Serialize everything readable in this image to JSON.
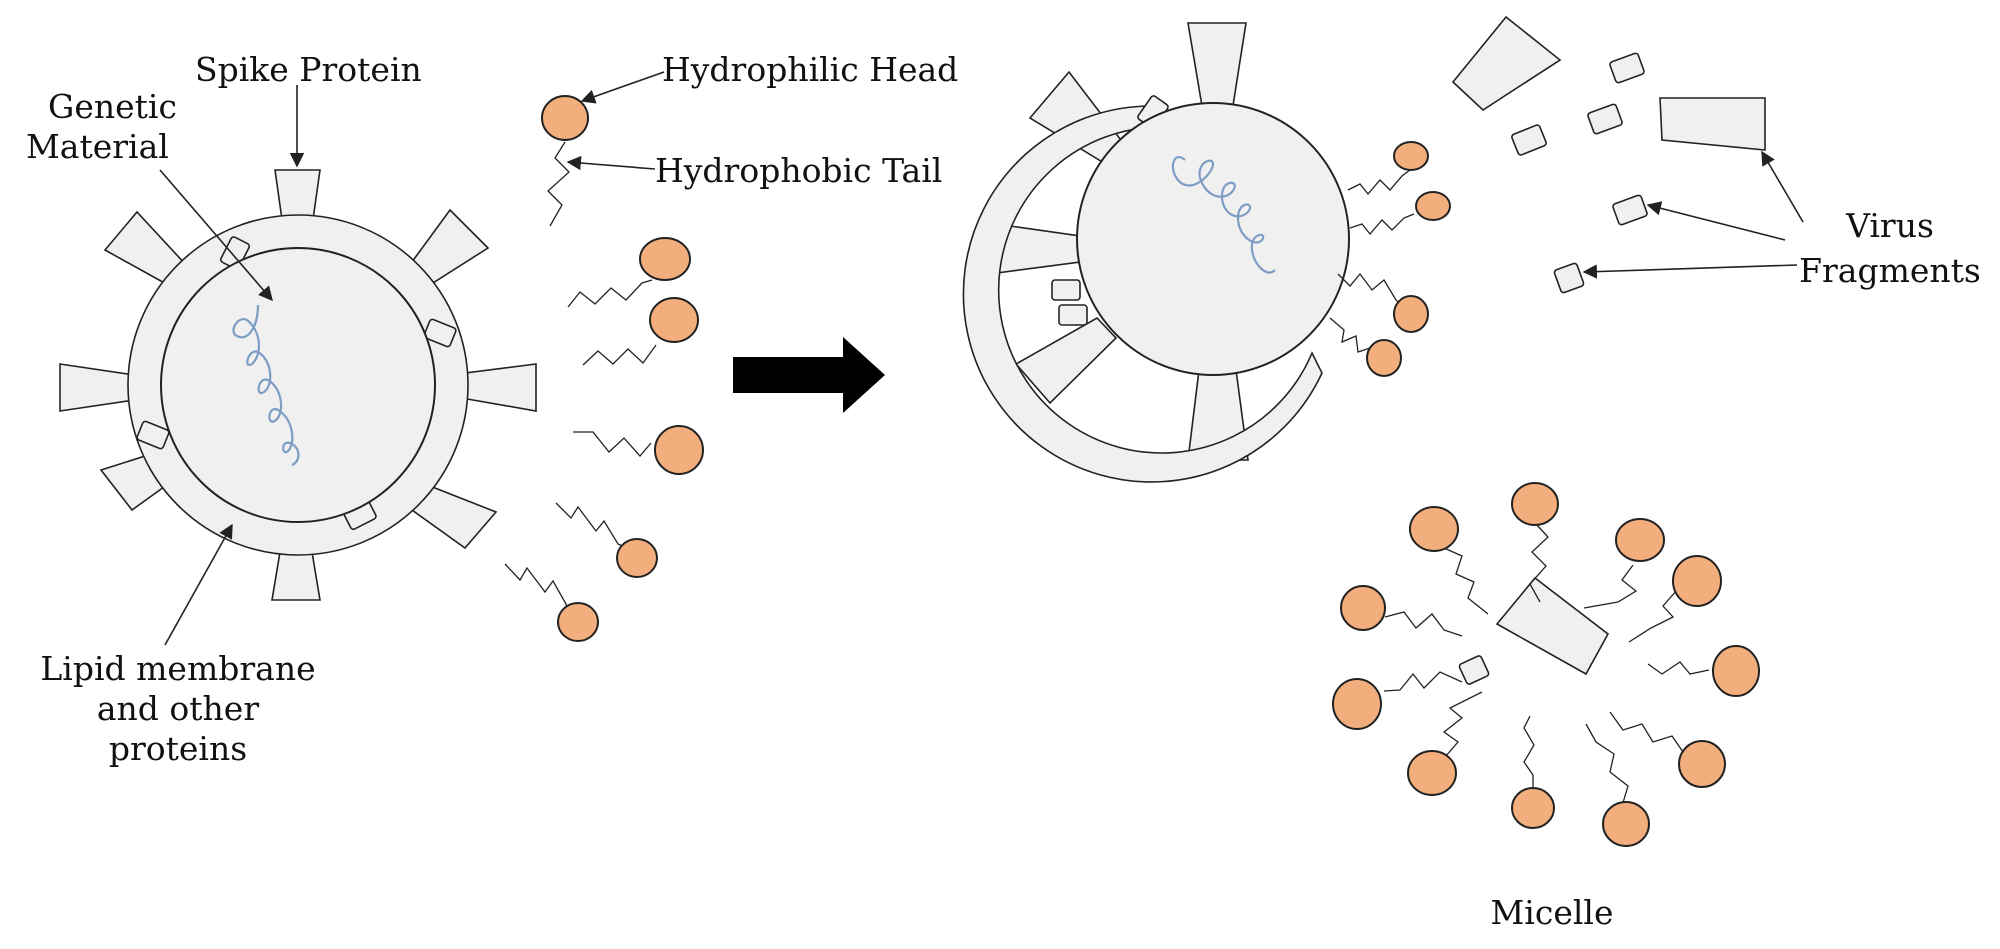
{
  "labels": {
    "spike_protein": "Spike Protein",
    "genetic_material_line1": "Genetic",
    "genetic_material_line2": "Material",
    "hydrophilic_head": "Hydrophilic Head",
    "hydrophobic_tail": "Hydrophobic Tail",
    "lipid_line1": "Lipid membrane",
    "lipid_line2": "and other",
    "lipid_line3": "proteins",
    "virus_line1": "Virus",
    "virus_line2": "Fragments",
    "micelle": "Micelle"
  },
  "colors": {
    "surfactant_head": "#F2AE7C",
    "genetic_material": "#7E9DC4",
    "virus_body": "#F0F0F0",
    "arrow": "#000000"
  }
}
